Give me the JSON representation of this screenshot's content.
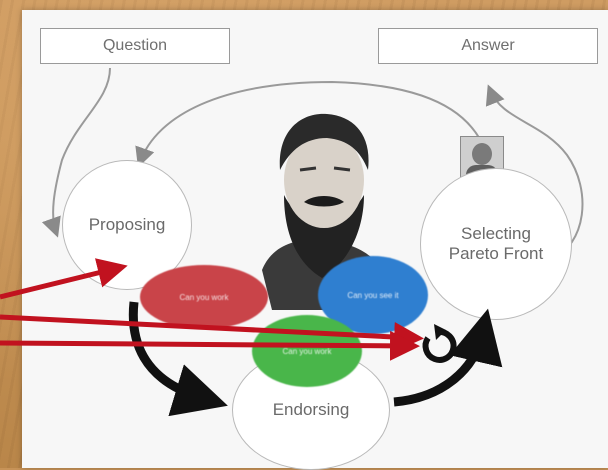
{
  "diagram": {
    "top_left_box": "Question",
    "top_right_box": "Answer",
    "nodes": {
      "proposing": "Proposing",
      "selecting": "Selecting\nPareto Front",
      "endorsing": "Endorsing"
    },
    "blobs": {
      "red": "Can you work",
      "blue": "Can you see it",
      "green": "Can you work"
    }
  },
  "colors": {
    "wood": "#c79358",
    "arrow_red": "#c1121f",
    "blob_red": "#c94449",
    "blob_blue": "#2f7fd0",
    "blob_green": "#49b64a",
    "flow_black": "#111111",
    "thin_line": "#9a9a9a"
  },
  "icons": [
    "portrait-photo-icon",
    "loop-arrow-icon"
  ]
}
